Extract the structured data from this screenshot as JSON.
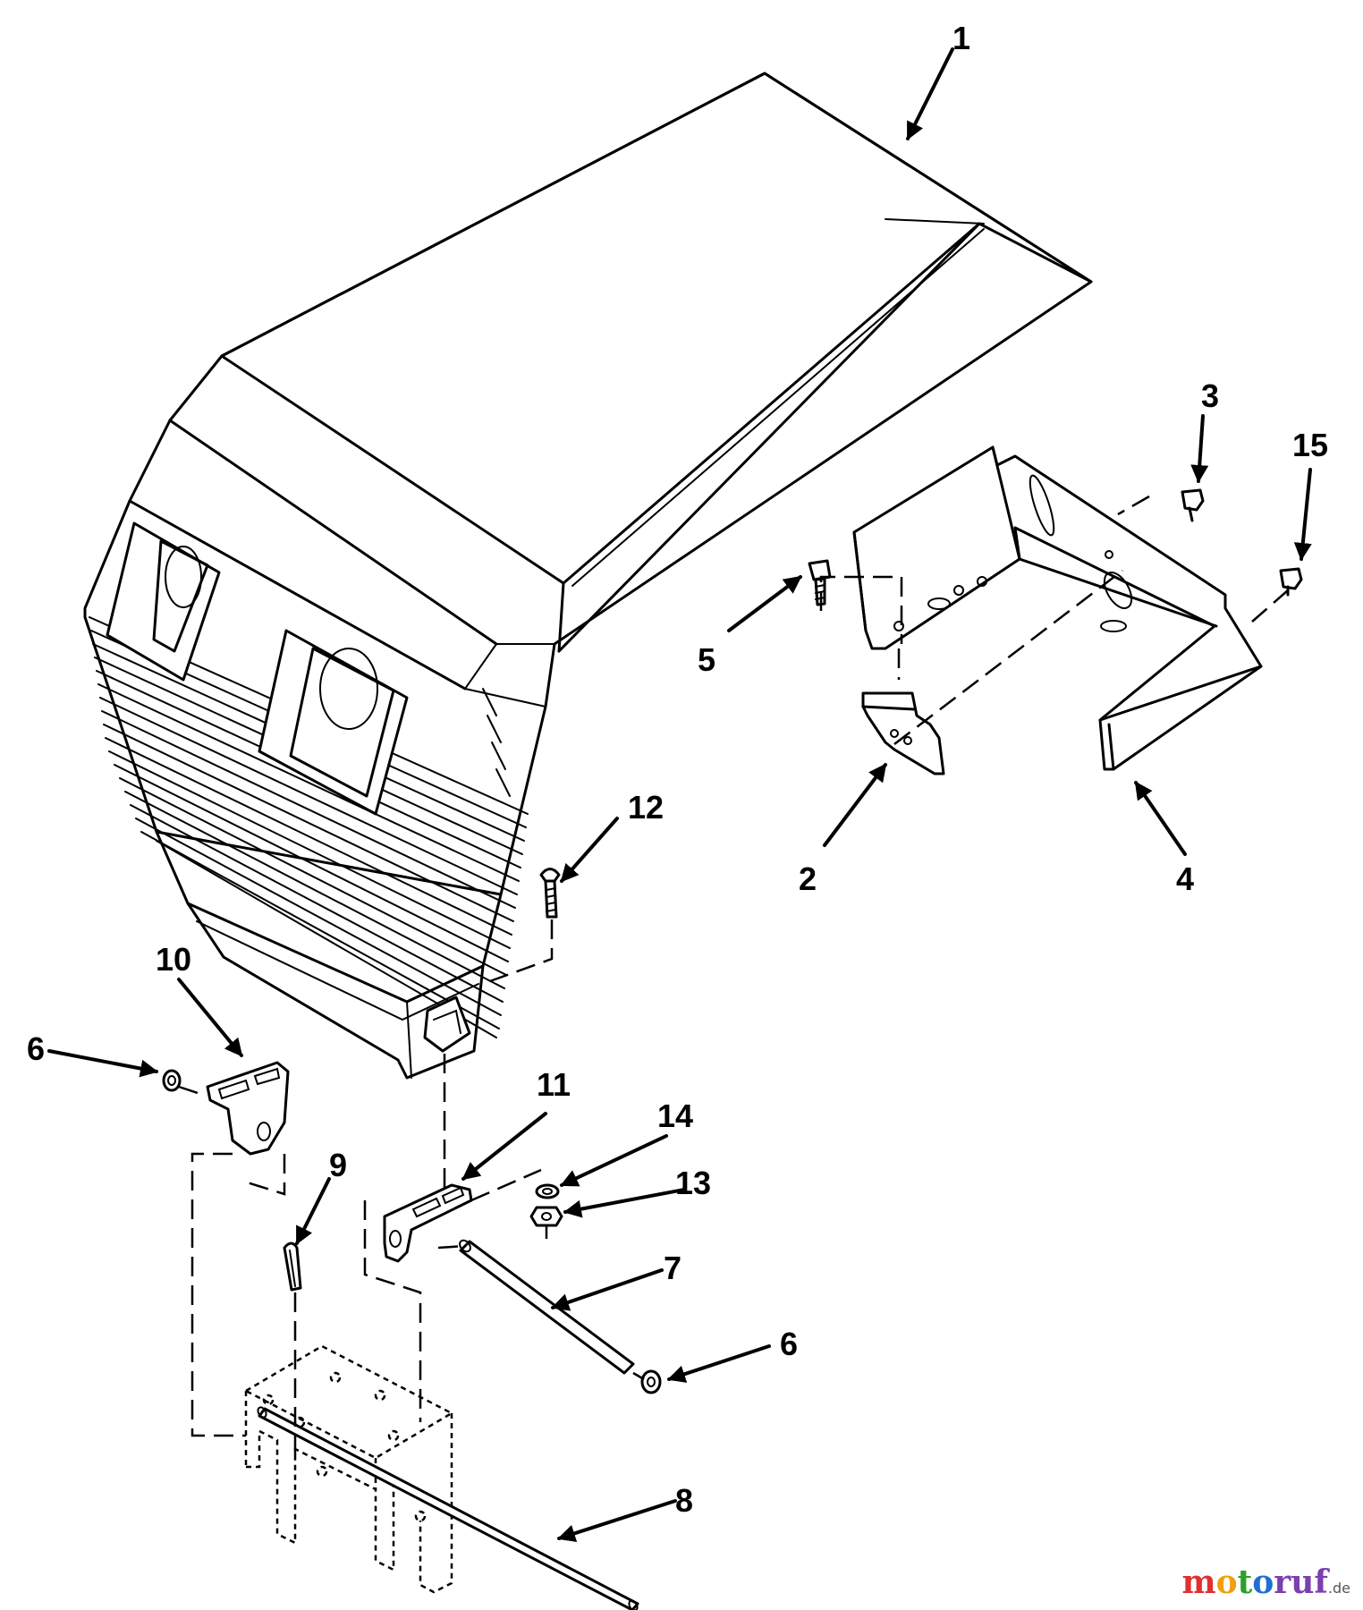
{
  "diagram": {
    "callouts": [
      {
        "id": "c1",
        "text": "1"
      },
      {
        "id": "c2",
        "text": "2"
      },
      {
        "id": "c3",
        "text": "3"
      },
      {
        "id": "c4",
        "text": "4"
      },
      {
        "id": "c5",
        "text": "5"
      },
      {
        "id": "c6a",
        "text": "6"
      },
      {
        "id": "c6b",
        "text": "6"
      },
      {
        "id": "c7",
        "text": "7"
      },
      {
        "id": "c8",
        "text": "8"
      },
      {
        "id": "c9",
        "text": "9"
      },
      {
        "id": "c10",
        "text": "10"
      },
      {
        "id": "c11",
        "text": "11"
      },
      {
        "id": "c12",
        "text": "12"
      },
      {
        "id": "c13",
        "text": "13"
      },
      {
        "id": "c14",
        "text": "14"
      },
      {
        "id": "c15",
        "text": "15"
      }
    ]
  },
  "watermark": {
    "parts": [
      "m",
      "o",
      "t",
      "o",
      "ruf"
    ],
    "suffix": ".de"
  }
}
